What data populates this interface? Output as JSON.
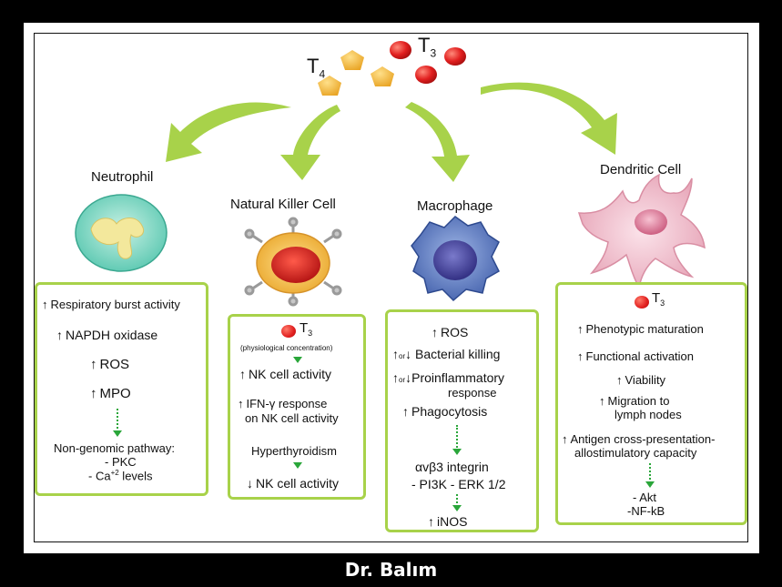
{
  "hormones": {
    "t4": "T",
    "t4_sub": "4",
    "t3": "T",
    "t3_sub": "3"
  },
  "cells": {
    "neutrophil": "Neutrophil",
    "nk": "Natural Killer Cell",
    "macrophage": "Macrophage",
    "dendritic": "Dendritic Cell"
  },
  "neutrophil_box": {
    "r1": "Respiratory burst activity",
    "r2": "NAPDH oxidase",
    "r3": "ROS",
    "r4": "MPO",
    "r5": "Non-genomic pathway:",
    "r6": "- PKC",
    "r7a": "- Ca",
    "r7sup": "+2",
    "r7b": " levels"
  },
  "nk_box": {
    "t3": "T",
    "t3_sub": "3",
    "physio": "(physiological concentration)",
    "r1": "NK cell activity",
    "r2a": "IFN-γ response",
    "r2b": "on NK cell activity",
    "r3": "Hyperthyroidism",
    "r4": "NK cell activity"
  },
  "macrophage_box": {
    "r1": "ROS",
    "or": "or",
    "r2": "Bacterial killing",
    "r3a": "Proinflammatory",
    "r3b": "response",
    "r4": "Phagocytosis",
    "r5": "αvβ3 integrin",
    "r6": "- PI3K - ERK 1/2",
    "r7": "iNOS"
  },
  "dendritic_box": {
    "t3": "T",
    "t3_sub": "3",
    "r1": "Phenotypic maturation",
    "r2": "Functional activation",
    "r3": "Viability",
    "r4a": "Migration to",
    "r4b": "lymph nodes",
    "r5a": "Antigen cross-presentation-",
    "r5b": "allostimulatory capacity",
    "r6": "- Akt",
    "r7": "-NF-kB"
  },
  "footer": "Dr. Balım",
  "colors": {
    "arrow": "#a8d24a",
    "box_border": "#a8d24a",
    "t3_red": "#e11f1f",
    "t4_orange": "#f5b942",
    "dotted_arrow": "#2aa63a"
  }
}
